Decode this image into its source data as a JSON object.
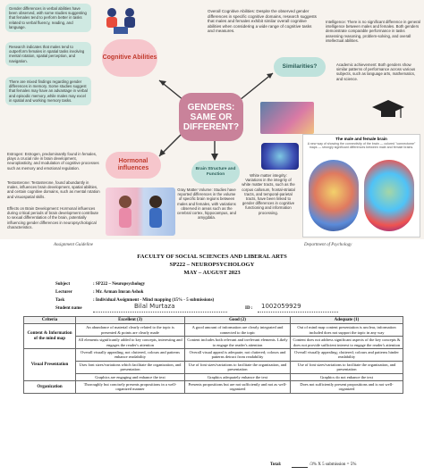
{
  "mindmap": {
    "center_title": "GENDERS: SAME OR DIFFERENT?",
    "node_cognitive": "Cognitive Abilities",
    "node_similarities": "Similarities?",
    "node_hormonal": "Hormonal influences",
    "node_brain": "Brain Structure and Function",
    "note_cog_1": "Gender differences in verbal abilities have been observed, with some studies suggesting that females tend to perform better in tasks related to verbal fluency, reading, and language.",
    "note_cog_2": "Research indicates that males tend to outperform females in spatial tasks involving mental rotation, spatial perception, and navigation.",
    "note_cog_3": "There are mixed findings regarding gender differences in memory. Some studies suggest that females may have an advantage in verbal and episodic memory, while males may excel in spatial and working memory tasks.",
    "note_overall": "Overall Cognitive Abilities: Despite the observed gender differences in specific cognitive domains, research suggests that males and females exhibit similar overall cognitive abilities when considering a wide range of cognitive tasks and measures.",
    "note_intelligence": "Intelligence: There is no significant difference in general intelligence between males and females. Both genders demonstrate comparable performance in tasks assessing reasoning, problem-solving, and overall intellectual abilities.",
    "note_academic": "Academic achievement: Both genders show similar patterns of performance across various subjects, such as language arts, mathematics, and science.",
    "note_horm_1": "Estrogen: Estrogen, predominantly found in females, plays a crucial role in brain development, neuroplasticity, and modulation of cognitive processes such as memory and emotional regulation.",
    "note_horm_2": "Testosterone: Testosterone, found abundantly in males, influences brain development, spatial abilities, and certain cognitive domains, such as mental rotation and visuospatial skills.",
    "note_horm_3": "Effects on Brain Development: Hormonal influences during critical periods of brain development contribute to sexual differentiation of the brain, potentially influencing gender differences in neuropsychological characteristics.",
    "note_gray": "Gray Matter Volume: Studies have reported differences in the volume of specific brain regions between males and females, with variations observed in areas such as the cerebral cortex, hippocampus, and amygdala.",
    "note_white": "White matter integrity: Variations in the integrity of white matter tracts, such as the corpus callosum, frontal-striatal tracts, and temporal-parietal tracts, have been linked to gender differences in cognitive functioning and information processing.",
    "brain_img_title": "The male and female brain",
    "brain_img_caption": "A new way of showing the connectivity of the brain — colored \"connectome\" maps — strongly significant differences between male and female brains."
  },
  "doc": {
    "hdr_left": "Assignment Guideline",
    "hdr_right": "Department of Psychology",
    "title_1": "FACULTY OF SOCIAL SCIENCES AND LIBERAL ARTS",
    "title_2": "SP222 – NEUROPSYCHOLOGY",
    "title_3": "MAY – AUGUST 2023",
    "subject_label": "Subject",
    "subject_value": ": SP222 – Neuropsychology",
    "lecturer_label": "Lecturer",
    "lecturer_value": ": Mr. Arman Imran Ashok",
    "task_label": "Task",
    "task_value": ": Individual Assignment - Mind mapping (15% - 5 submissions)",
    "student_label": "Student name",
    "student_value": "Bilal Murtaza",
    "id_label": "ID :",
    "id_value": "1002059929",
    "table_headers": [
      "Criteria",
      "Excellent (3)",
      "Good (2)",
      "Adequate (1)"
    ],
    "rows": [
      {
        "crit": "Content & Information of the mind map",
        "cells": [
          "An abundance of material clearly related to the topic is presented & points are clearly made",
          "A good amount of information are clearly integrated and connected to the topic",
          "Out of mind map content presentation is unclear, information included does not support the topic in any way"
        ]
      },
      {
        "crit": "",
        "cells": [
          "All elements significantly added to key concepts, interesting and engages the reader's attention",
          "Content includes both relevant and irrelevant elements. Likely to engage the reader's attention",
          "Content does not address significant aspects of the key concepts & does not provide sufficient interest to engage the reader's attention"
        ]
      },
      {
        "crit": "Visual Presentation",
        "cells": [
          "Overall visually appealing; not cluttered, colours and patterns enhance readability",
          "Overall visual appeal is adequate; not cluttered; colours and patterns detract from readability",
          "Overall visually appealing; cluttered; colours and patterns hinder readability"
        ]
      },
      {
        "crit": "",
        "cells": [
          "Uses font sizes/variations which facilitate the organization, and presentation",
          "Use of font sizes/variations to facilitate the organization, and presentation",
          "Use of font sizes/variations to facilitate the organization, and presentation"
        ]
      },
      {
        "crit": "",
        "cells": [
          "Graphics are engaging and enhance the text",
          "Graphics adequately enhance the text",
          "Graphics do not enhance the text"
        ]
      },
      {
        "crit": "Organization",
        "cells": [
          "Thoroughly but concisely presents propositions in a well-organized manner",
          "Presents propositions but are not sufficiently and not as well-organized",
          "Does not sufficiently present propositions and is not well-organized"
        ]
      }
    ],
    "total_label": "Total:",
    "total_formula": "/3% X 5 submission = 5%"
  }
}
